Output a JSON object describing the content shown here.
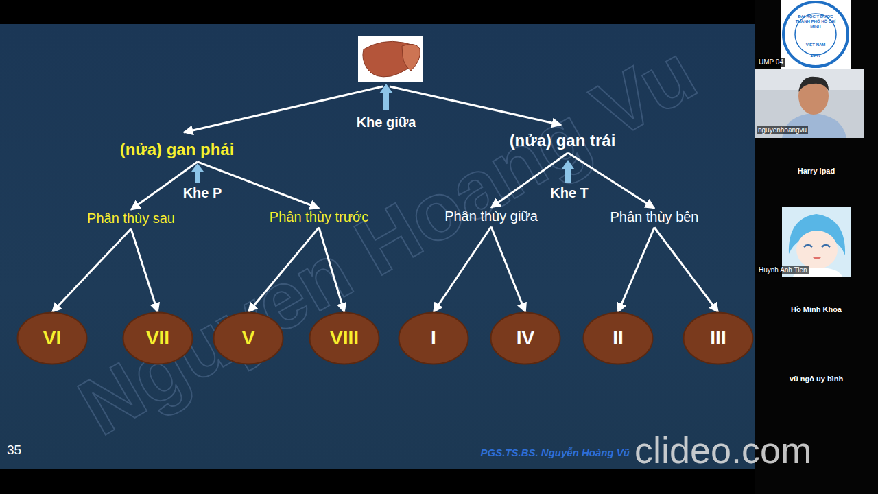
{
  "diagram": {
    "nodes": [
      {
        "text": [
          "(nửa) gan phải"
        ]
      },
      {
        "text": [
          "(nửa) gan trái"
        ]
      },
      {
        "text": [
          "Phân thùy sau"
        ]
      },
      {
        "text": [
          "Phân thùy trước"
        ]
      },
      {
        "text": [
          "Phân thùy giữa"
        ]
      },
      {
        "text": [
          "Phân thùy bên"
        ]
      },
      {
        "text": [
          "VI"
        ]
      },
      {
        "text": [
          "VII"
        ]
      },
      {
        "text": [
          "V"
        ]
      },
      {
        "text": [
          "VIII"
        ]
      },
      {
        "text": [
          "I"
        ]
      },
      {
        "text": [
          "IV"
        ]
      },
      {
        "text": [
          "II"
        ]
      },
      {
        "text": [
          "III"
        ]
      }
    ],
    "edges": [
      {
        "from": 0,
        "to": 2,
        "arrow": "to"
      },
      {
        "from": 0,
        "to": 3,
        "arrow": "to"
      },
      {
        "from": 1,
        "to": 4,
        "arrow": "to"
      },
      {
        "from": 1,
        "to": 5,
        "arrow": "to"
      },
      {
        "from": 2,
        "to": 6,
        "arrow": "to"
      },
      {
        "from": 2,
        "to": 7,
        "arrow": "to"
      },
      {
        "from": 3,
        "to": 8,
        "arrow": "to"
      },
      {
        "from": 3,
        "to": 9,
        "arrow": "to"
      },
      {
        "from": 4,
        "to": 10,
        "arrow": "to"
      },
      {
        "from": 4,
        "to": 11,
        "arrow": "to"
      },
      {
        "from": 5,
        "to": 12,
        "arrow": "to"
      },
      {
        "from": 5,
        "to": 13,
        "arrow": "to"
      }
    ],
    "labels": [
      "Khe giữa",
      "Khe P",
      "Khe T",
      "Nguyen Hoang Vu",
      "35",
      "PGS.TS.BS. Nguyễn Hoàng Vũ",
      "clideo.com",
      "ĐẠI HỌC Y DƯỢC THÀNH PHỐ HỒ CHÍ MINH",
      "VIỆT NAM",
      "1947",
      "UMP 04",
      "nguyenhoangvu",
      "Harry ipad",
      "Huynh Anh Tien",
      "Hồ Minh Khoa",
      "vũ ngô uy bình"
    ]
  }
}
